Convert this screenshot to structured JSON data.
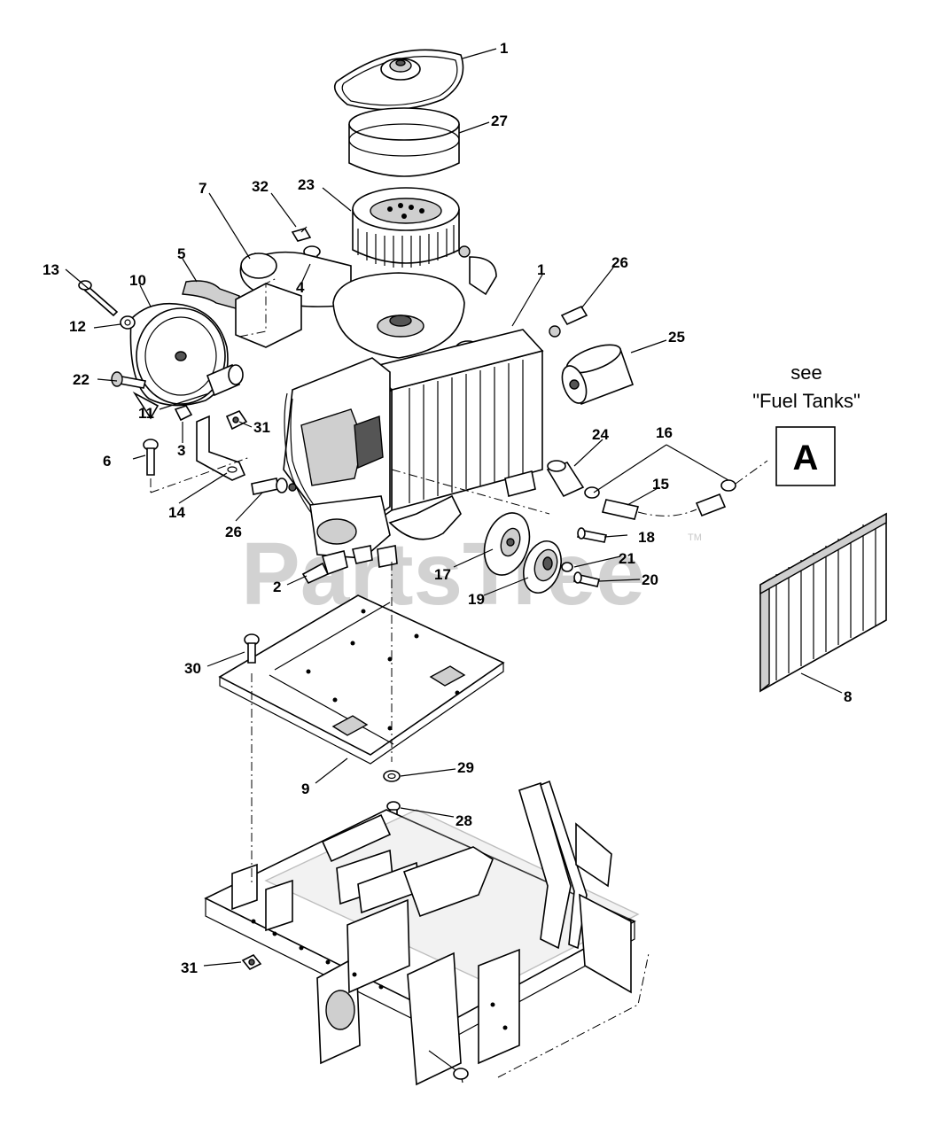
{
  "watermark": {
    "text": "PartsTree",
    "trademark": "TM"
  },
  "reference_box": {
    "line1": "see",
    "line2": "\"Fuel Tanks\"",
    "letter": "A"
  },
  "callouts": [
    {
      "id": "c1a",
      "text": "1"
    },
    {
      "id": "c27",
      "text": "27"
    },
    {
      "id": "c7",
      "text": "7"
    },
    {
      "id": "c32",
      "text": "32"
    },
    {
      "id": "c23",
      "text": "23"
    },
    {
      "id": "c5",
      "text": "5"
    },
    {
      "id": "c4",
      "text": "4"
    },
    {
      "id": "c13",
      "text": "13"
    },
    {
      "id": "c10",
      "text": "10"
    },
    {
      "id": "c12",
      "text": "12"
    },
    {
      "id": "c1b",
      "text": "1"
    },
    {
      "id": "c26a",
      "text": "26"
    },
    {
      "id": "c25",
      "text": "25"
    },
    {
      "id": "c22",
      "text": "22"
    },
    {
      "id": "c11",
      "text": "11"
    },
    {
      "id": "c3",
      "text": "3"
    },
    {
      "id": "c31a",
      "text": "31"
    },
    {
      "id": "c6",
      "text": "6"
    },
    {
      "id": "c14",
      "text": "14"
    },
    {
      "id": "c24",
      "text": "24"
    },
    {
      "id": "c16",
      "text": "16"
    },
    {
      "id": "c15",
      "text": "15"
    },
    {
      "id": "c26b",
      "text": "26"
    },
    {
      "id": "c18",
      "text": "18"
    },
    {
      "id": "c17",
      "text": "17"
    },
    {
      "id": "c21",
      "text": "21"
    },
    {
      "id": "c2",
      "text": "2"
    },
    {
      "id": "c19",
      "text": "19"
    },
    {
      "id": "c20",
      "text": "20"
    },
    {
      "id": "c30",
      "text": "30"
    },
    {
      "id": "c8",
      "text": "8"
    },
    {
      "id": "c29",
      "text": "29"
    },
    {
      "id": "c9",
      "text": "9"
    },
    {
      "id": "c28",
      "text": "28"
    },
    {
      "id": "c31b",
      "text": "31"
    }
  ]
}
